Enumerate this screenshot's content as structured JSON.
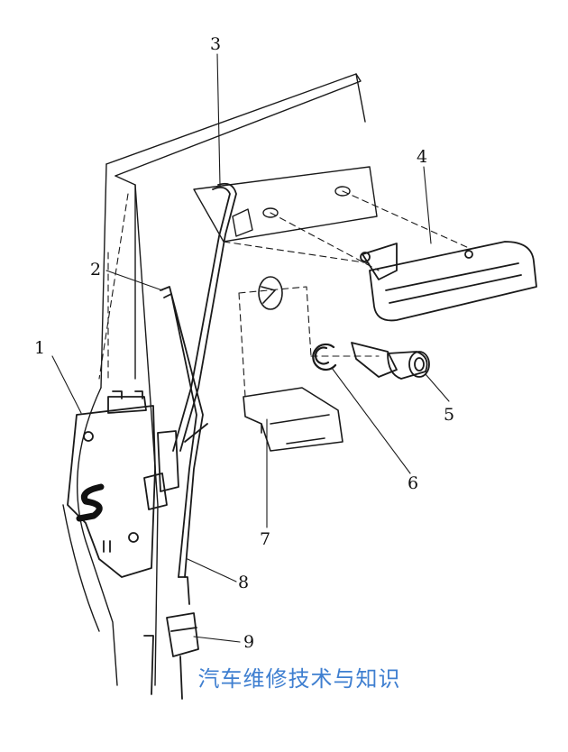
{
  "diagram": {
    "callouts": [
      {
        "id": "1",
        "label": "1"
      },
      {
        "id": "2",
        "label": "2"
      },
      {
        "id": "3",
        "label": "3"
      },
      {
        "id": "4",
        "label": "4"
      },
      {
        "id": "5",
        "label": "5"
      },
      {
        "id": "6",
        "label": "6"
      },
      {
        "id": "7",
        "label": "7"
      },
      {
        "id": "8",
        "label": "8"
      },
      {
        "id": "9",
        "label": "9"
      }
    ]
  },
  "watermark": {
    "text": "汽车维修技术与知识",
    "color": "#3f7fd0"
  }
}
